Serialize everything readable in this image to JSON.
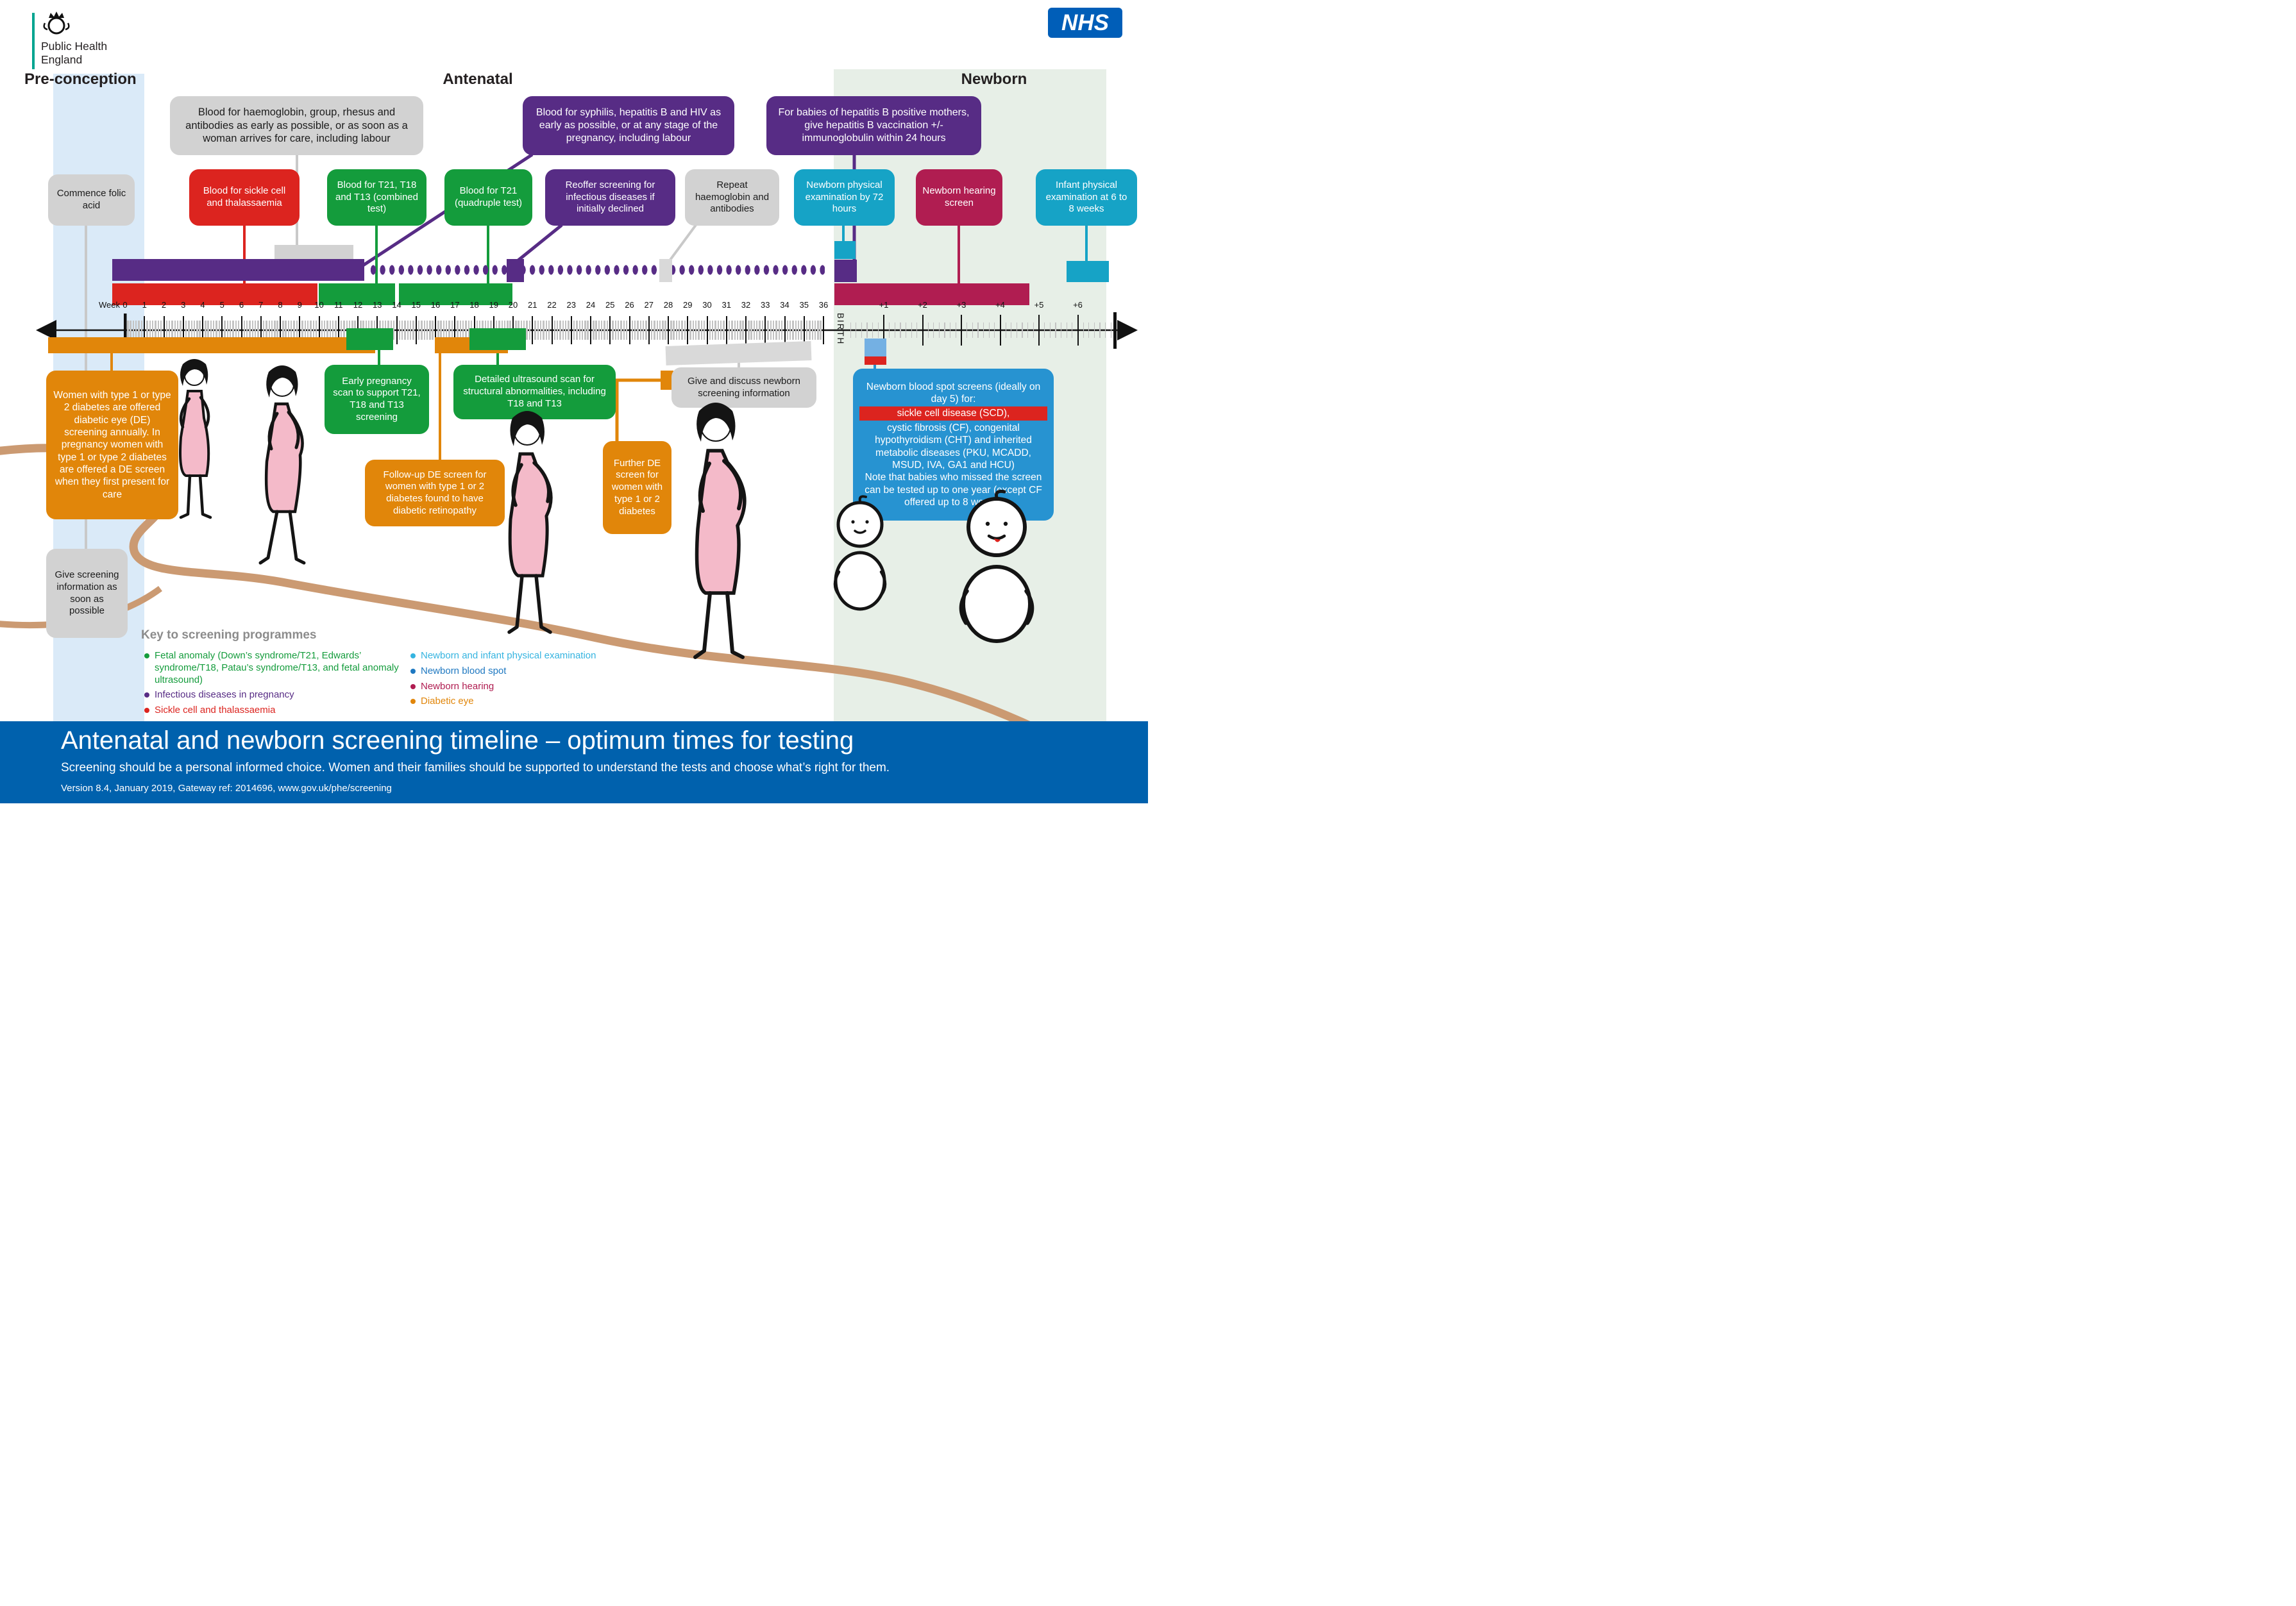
{
  "brand": {
    "phe_line1": "Public Health",
    "phe_line2": "England",
    "nhs": "NHS"
  },
  "sections": {
    "pre_conception": "Pre-conception",
    "antenatal": "Antenatal",
    "newborn": "Newborn"
  },
  "callouts": {
    "haemoglobin": "Blood for haemoglobin, group, rhesus and antibodies as early as possible, or as soon as a woman arrives for care, including labour",
    "syphilis": "Blood for syphilis, hepatitis B and HIV as early as possible, or at any stage of the pregnancy, including labour",
    "hepb": "For babies of hepatitis B positive mothers, give hepatitis B vaccination +/- immunoglobulin within 24 hours",
    "folic": "Commence folic acid",
    "sickle": "Blood for sickle cell and thalassaemia",
    "combined": "Blood for T21, T18 and T13 (combined test)",
    "quadruple": "Blood for T21 (quadruple test)",
    "reoffer": "Reoffer screening for infectious diseases if initially declined",
    "repeat_hb": "Repeat haemoglobin and antibodies",
    "nipe": "Newborn physical examination by 72 hours",
    "hearing": "Newborn hearing screen",
    "infant": "Infant physical examination at 6 to 8 weeks",
    "diabetes": "Women with type 1 or type 2 diabetes are offered diabetic eye (DE) screening annually. In pregnancy women with type 1 or type 2 diabetes are offered a DE screen when they first present for care",
    "early_scan": "Early pregnancy scan to support T21, T18 and T13 screening",
    "detailed_scan": "Detailed ultrasound scan for structural abnormalities, including T18 and T13",
    "followup_de": "Follow-up DE screen for women with type 1 or 2 diabetes found to have diabetic retinopathy",
    "give_discuss": "Give and discuss newborn screening information",
    "further_de": "Further DE screen for women with type 1 or 2 diabetes",
    "give_info": "Give screening information as soon as possible"
  },
  "bloodspot": {
    "lines": [
      {
        "text": "Newborn blood spot screens (ideally on day 5) for:",
        "highlight": false
      },
      {
        "text": "sickle cell disease (SCD),",
        "highlight": true
      },
      {
        "text": "cystic fibrosis (CF), congenital hypothyroidism (CHT) and inherited metabolic diseases (PKU, MCADD, MSUD, IVA, GA1 and HCU)",
        "highlight": false
      },
      {
        "text": "Note that babies who missed the screen can be tested up to one year (except CF offered up to 8 weeks)",
        "highlight": false
      }
    ]
  },
  "timeline": {
    "axis_label": "Week",
    "weeks": [
      "0",
      "1",
      "2",
      "3",
      "4",
      "5",
      "6",
      "7",
      "8",
      "9",
      "10",
      "11",
      "12",
      "13",
      "14",
      "15",
      "16",
      "17",
      "18",
      "19",
      "20",
      "21",
      "22",
      "23",
      "24",
      "25",
      "26",
      "27",
      "28",
      "29",
      "30",
      "31",
      "32",
      "33",
      "34",
      "35",
      "36"
    ],
    "birth": "BIRTH",
    "post_weeks": [
      "+1",
      "+2",
      "+3",
      "+4",
      "+5",
      "+6"
    ]
  },
  "key": {
    "title": "Key to screening programmes",
    "items": [
      {
        "label": "Fetal anomaly (Down’s syndrome/T21, Edwards’ syndrome/T18, Patau’s syndrome/T13, and fetal anomaly ultrasound)",
        "color": "#149c3c",
        "column": "left"
      },
      {
        "label": "Infectious diseases in pregnancy",
        "color": "#572c85",
        "column": "left"
      },
      {
        "label": "Sickle cell and thalassaemia",
        "color": "#dc241f",
        "column": "left"
      },
      {
        "label": "Newborn and infant physical examination",
        "color": "#35b4e0",
        "column": "right"
      },
      {
        "label": "Newborn blood spot",
        "color": "#1e78c1",
        "column": "right"
      },
      {
        "label": "Newborn hearing",
        "color": "#b01d51",
        "column": "right"
      },
      {
        "label": "Diabetic eye",
        "color": "#e1860a",
        "column": "right"
      }
    ]
  },
  "footer": {
    "title": "Antenatal and newborn screening timeline – optimum times for testing",
    "subtitle": "Screening should be a personal informed choice. Women and their families should be supported to understand the tests and choose what’s right for them.",
    "version": "Version 8.4, January 2019, Gateway ref: 2014696, www.gov.uk/phe/screening"
  },
  "palette": {
    "nhs_blue": "#005EB8",
    "footer_blue": "#0061ad",
    "fetal_anomaly_green": "#149c3c",
    "infectious_purple": "#572c85",
    "sickle_red": "#dc241f",
    "nipe_teal": "#16a3c6",
    "bloodspot_blue": "#2793d1",
    "hearing_crimson": "#b01d51",
    "diabetic_eye_orange": "#e1860a",
    "preconception_band": "#daeaf8",
    "newborn_band": "#e7efe7",
    "path_tan": "#cb9a72"
  }
}
